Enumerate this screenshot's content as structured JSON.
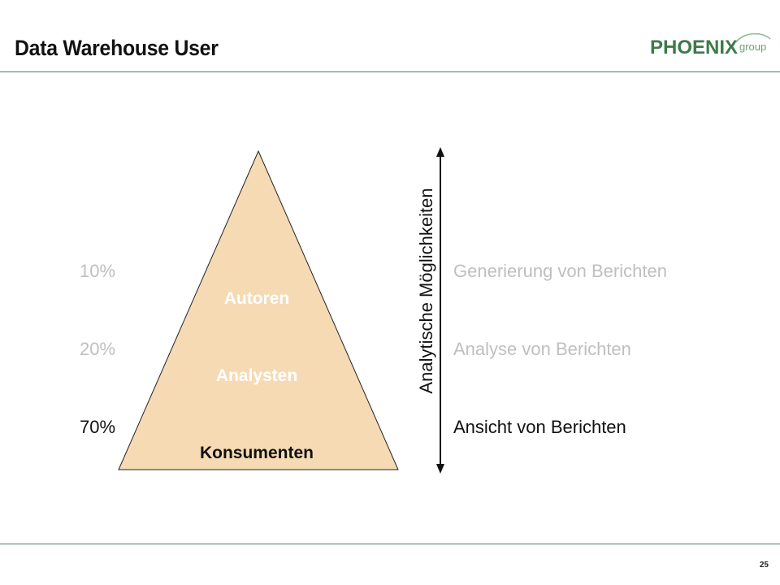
{
  "header": {
    "title": "Data Warehouse User",
    "logo_text": "PHOENIX",
    "logo_suffix": "group"
  },
  "pyramid": {
    "tiers": [
      {
        "name": "Autoren",
        "percent": "10%",
        "capability": "Generierung von Berichten",
        "emphasis": "faded"
      },
      {
        "name": "Analysten",
        "percent": "20%",
        "capability": "Analyse von Berichten",
        "emphasis": "faded"
      },
      {
        "name": "Konsumenten",
        "percent": "70%",
        "capability": "Ansicht von Berichten",
        "emphasis": "dark"
      }
    ],
    "fill_color": "#f5dab4"
  },
  "axis": {
    "label": "Analytische Möglichkeiten"
  },
  "footer": {
    "page_number": "25"
  },
  "colors": {
    "accent": "#4f7a61",
    "faded_text": "#bfbfbf",
    "logo_green": "#3d7a4a"
  }
}
